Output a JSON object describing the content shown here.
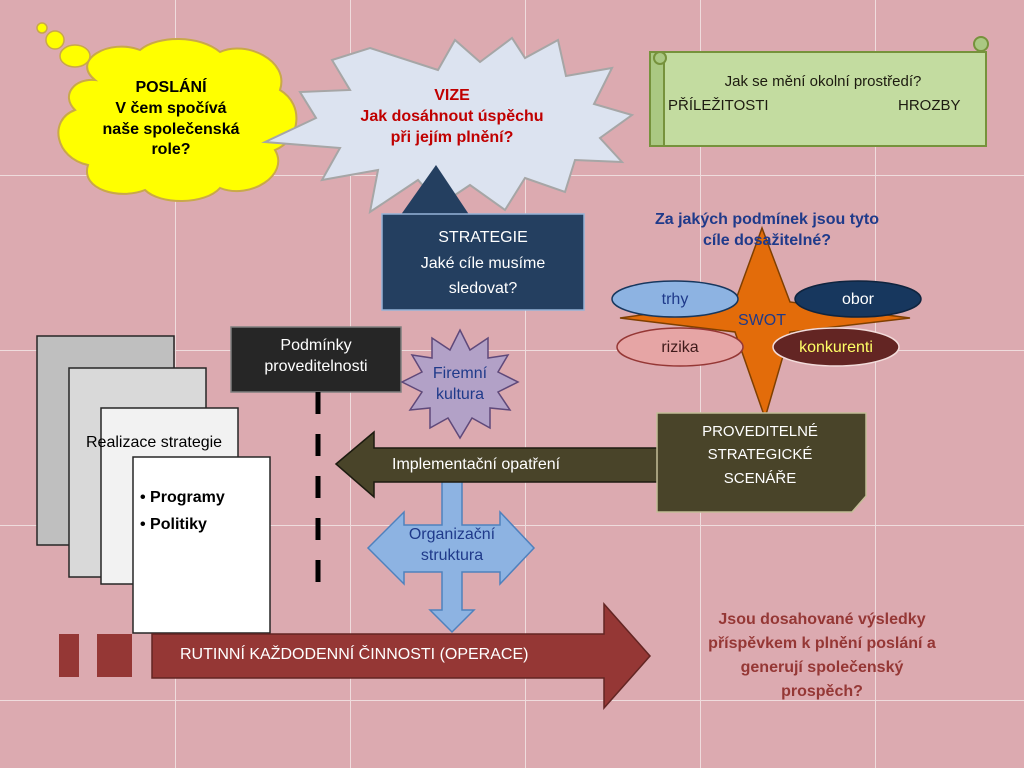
{
  "mission": {
    "title": "POSLÁNÍ",
    "lines": [
      "V čem spočívá",
      "naše společenská",
      "role?"
    ]
  },
  "vision": {
    "title": "VIZE",
    "lines": [
      "Jak dosáhnout úspěchu",
      "při jejím plnění?"
    ]
  },
  "environment_scroll": {
    "question": "Jak se mění okolní prostředí?",
    "opportunities": "PŘÍLEŽITOSTI",
    "threats": "HROZBY"
  },
  "strategy": {
    "title": "STRATEGIE",
    "lines": [
      "Jaké cíle musíme",
      "sledovat?"
    ]
  },
  "conditions_question": {
    "lines": [
      "Za jakých podmínek jsou tyto",
      "cíle dosažitelné?"
    ]
  },
  "swot": {
    "center": "SWOT",
    "markets": "trhy",
    "field": "obor",
    "risks": "rizika",
    "competitors": "konkurenti"
  },
  "feasibility_conditions": {
    "lines": [
      "Podmínky",
      "proveditelnosti"
    ]
  },
  "company_culture": {
    "lines": [
      "Firemní",
      "kultura"
    ]
  },
  "strategy_realization": {
    "title": "Realizace strategie",
    "items": [
      "Programy",
      "Politiky"
    ]
  },
  "implementation_measures": "Implementační opatření",
  "feasible_scenarios": {
    "lines": [
      "PROVEDITELNÉ",
      "STRATEGICKÉ",
      "SCENÁŘE"
    ]
  },
  "org_structure": {
    "lines": [
      "Organizační",
      "struktura"
    ]
  },
  "routine_operations": "RUTINNÍ KAŽDODENNÍ ČINNOSTI (OPERACE)",
  "results_question": {
    "lines": [
      "Jsou dosahované výsledky",
      "příspěvkem k plnění poslání a",
      "generují společenský",
      "prospěch?"
    ]
  },
  "colors": {
    "background": "#dcaab0",
    "cloud_yellow": "#ffff00",
    "vision_fill": "#dce3f0",
    "red_text": "#c00000",
    "scroll_green": "#c3dca0",
    "strategy_navy": "#243f60",
    "swot_orange": "#e36c0a",
    "dark_olive": "#494429",
    "arrow_red": "#953735",
    "blue_text": "#1f3a8a"
  }
}
